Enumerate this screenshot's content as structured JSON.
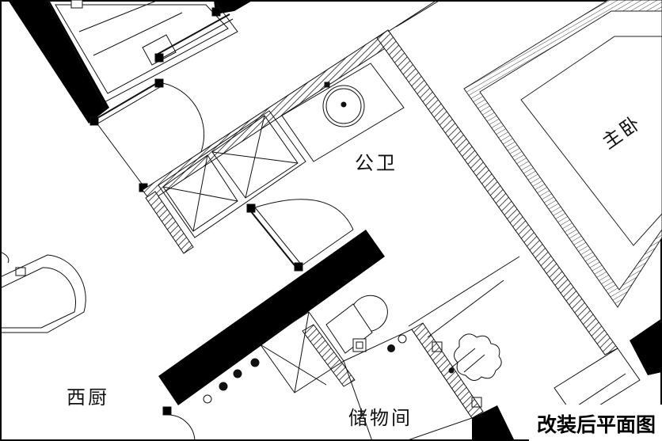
{
  "plan": {
    "caption": "改装后平面图",
    "rooms": {
      "public_bath": "公卫",
      "master_bedroom": "主卧",
      "western_kitchen": "西厨",
      "storage": "储物间"
    }
  },
  "colors": {
    "wall": "#000000",
    "line": "#111111",
    "background": "#ffffff"
  }
}
